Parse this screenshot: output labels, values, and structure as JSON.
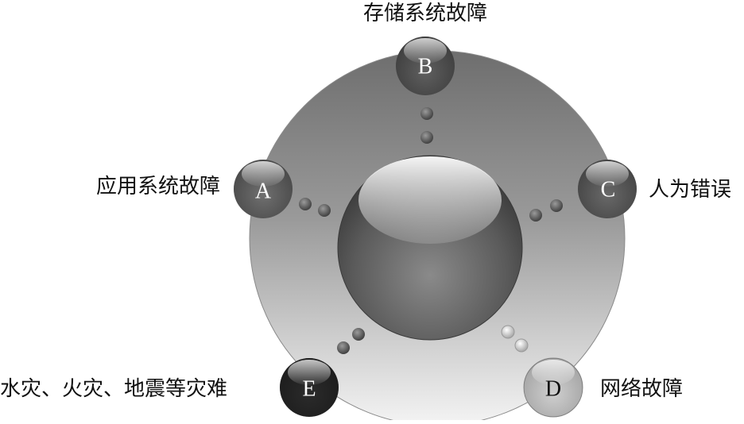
{
  "nodes": [
    {
      "letter": "A",
      "label": "应用系统故障",
      "fill": "#6f6f6f"
    },
    {
      "letter": "B",
      "label": "存储系统故障",
      "fill": "#5f5f5f"
    },
    {
      "letter": "C",
      "label": "人为错误",
      "fill": "#686868"
    },
    {
      "letter": "D",
      "label": "网络故障",
      "fill": "#cfcfcf"
    },
    {
      "letter": "E",
      "label": "水灾、火灾、地震等灾难",
      "fill": "#2b2b2b"
    }
  ],
  "colors": {
    "ring_top": "#777777",
    "ring_bottom": "#f2f2f2",
    "center": "#5a5a5a"
  }
}
